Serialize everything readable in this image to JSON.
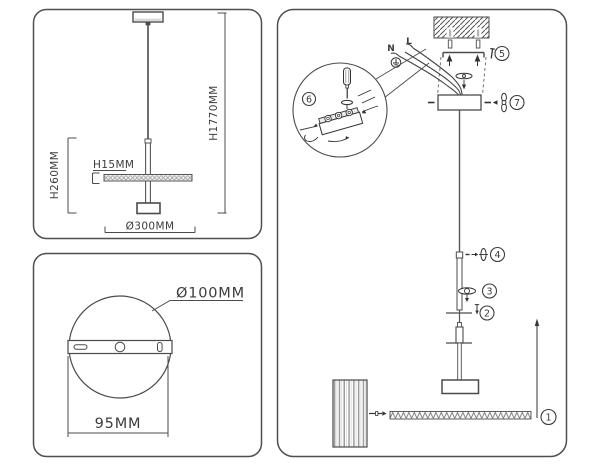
{
  "side_view": {
    "overall_height": "H1770MM",
    "fixture_height": "H260MM",
    "disc_thickness": "H15MM",
    "disc_diameter": "Ø300MM"
  },
  "top_view": {
    "canopy_diameter": "Ø100MM",
    "hole_spacing": "95MM"
  },
  "install": {
    "neutral": "N",
    "live": "L",
    "callouts": [
      "1",
      "2",
      "3",
      "4",
      "5",
      "6",
      "7"
    ]
  },
  "colors": {
    "line": "#4b4b4b",
    "text": "#3c3c3c",
    "background": "#ffffff",
    "fill_light": "#ececec",
    "stripe_gray": "#9c9c9c"
  }
}
